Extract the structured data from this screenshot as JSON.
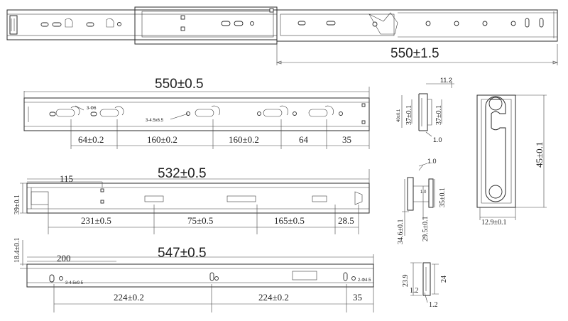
{
  "top_view": {
    "overall_length": "550±1.5"
  },
  "outer_rail": {
    "length": "550±0.5",
    "hole_note_a": "3-Φ6",
    "hole_note_b": "3-4.5x6.5",
    "spacing": [
      "64±0.2",
      "160±0.2",
      "160±0.2",
      "64",
      "35"
    ]
  },
  "middle_rail": {
    "length": "532±0.5",
    "offset": "115",
    "height": "39±0.1",
    "spacing": [
      "231±0.5",
      "75±0.5",
      "165±0.5",
      "28.5"
    ]
  },
  "inner_rail": {
    "length": "547±0.5",
    "offset": "200",
    "height": "18.4±0.1",
    "hole_note_a": "3-4.5x9.5",
    "hole_note_b": "2-Φ4.5",
    "spacing": [
      "224±0.2",
      "224±0.2",
      "35"
    ]
  },
  "section_outer": {
    "width": "11.2",
    "h1": "37±0.1",
    "h2": "37±0.1",
    "h_small": "40±0.1",
    "t": "1.0"
  },
  "section_middle": {
    "t_top": "1.0",
    "inner_w": "1.0",
    "h_inner": "35±0.1",
    "h_mid": "29.5±0.1",
    "h_outer": "34.6±0.1"
  },
  "section_inner": {
    "h_outer": "23.9",
    "h_inner": "24",
    "t_a": "1.2",
    "t_b": "1.2"
  },
  "end_view": {
    "height": "45±0.1",
    "width": "12.9±0.1"
  }
}
